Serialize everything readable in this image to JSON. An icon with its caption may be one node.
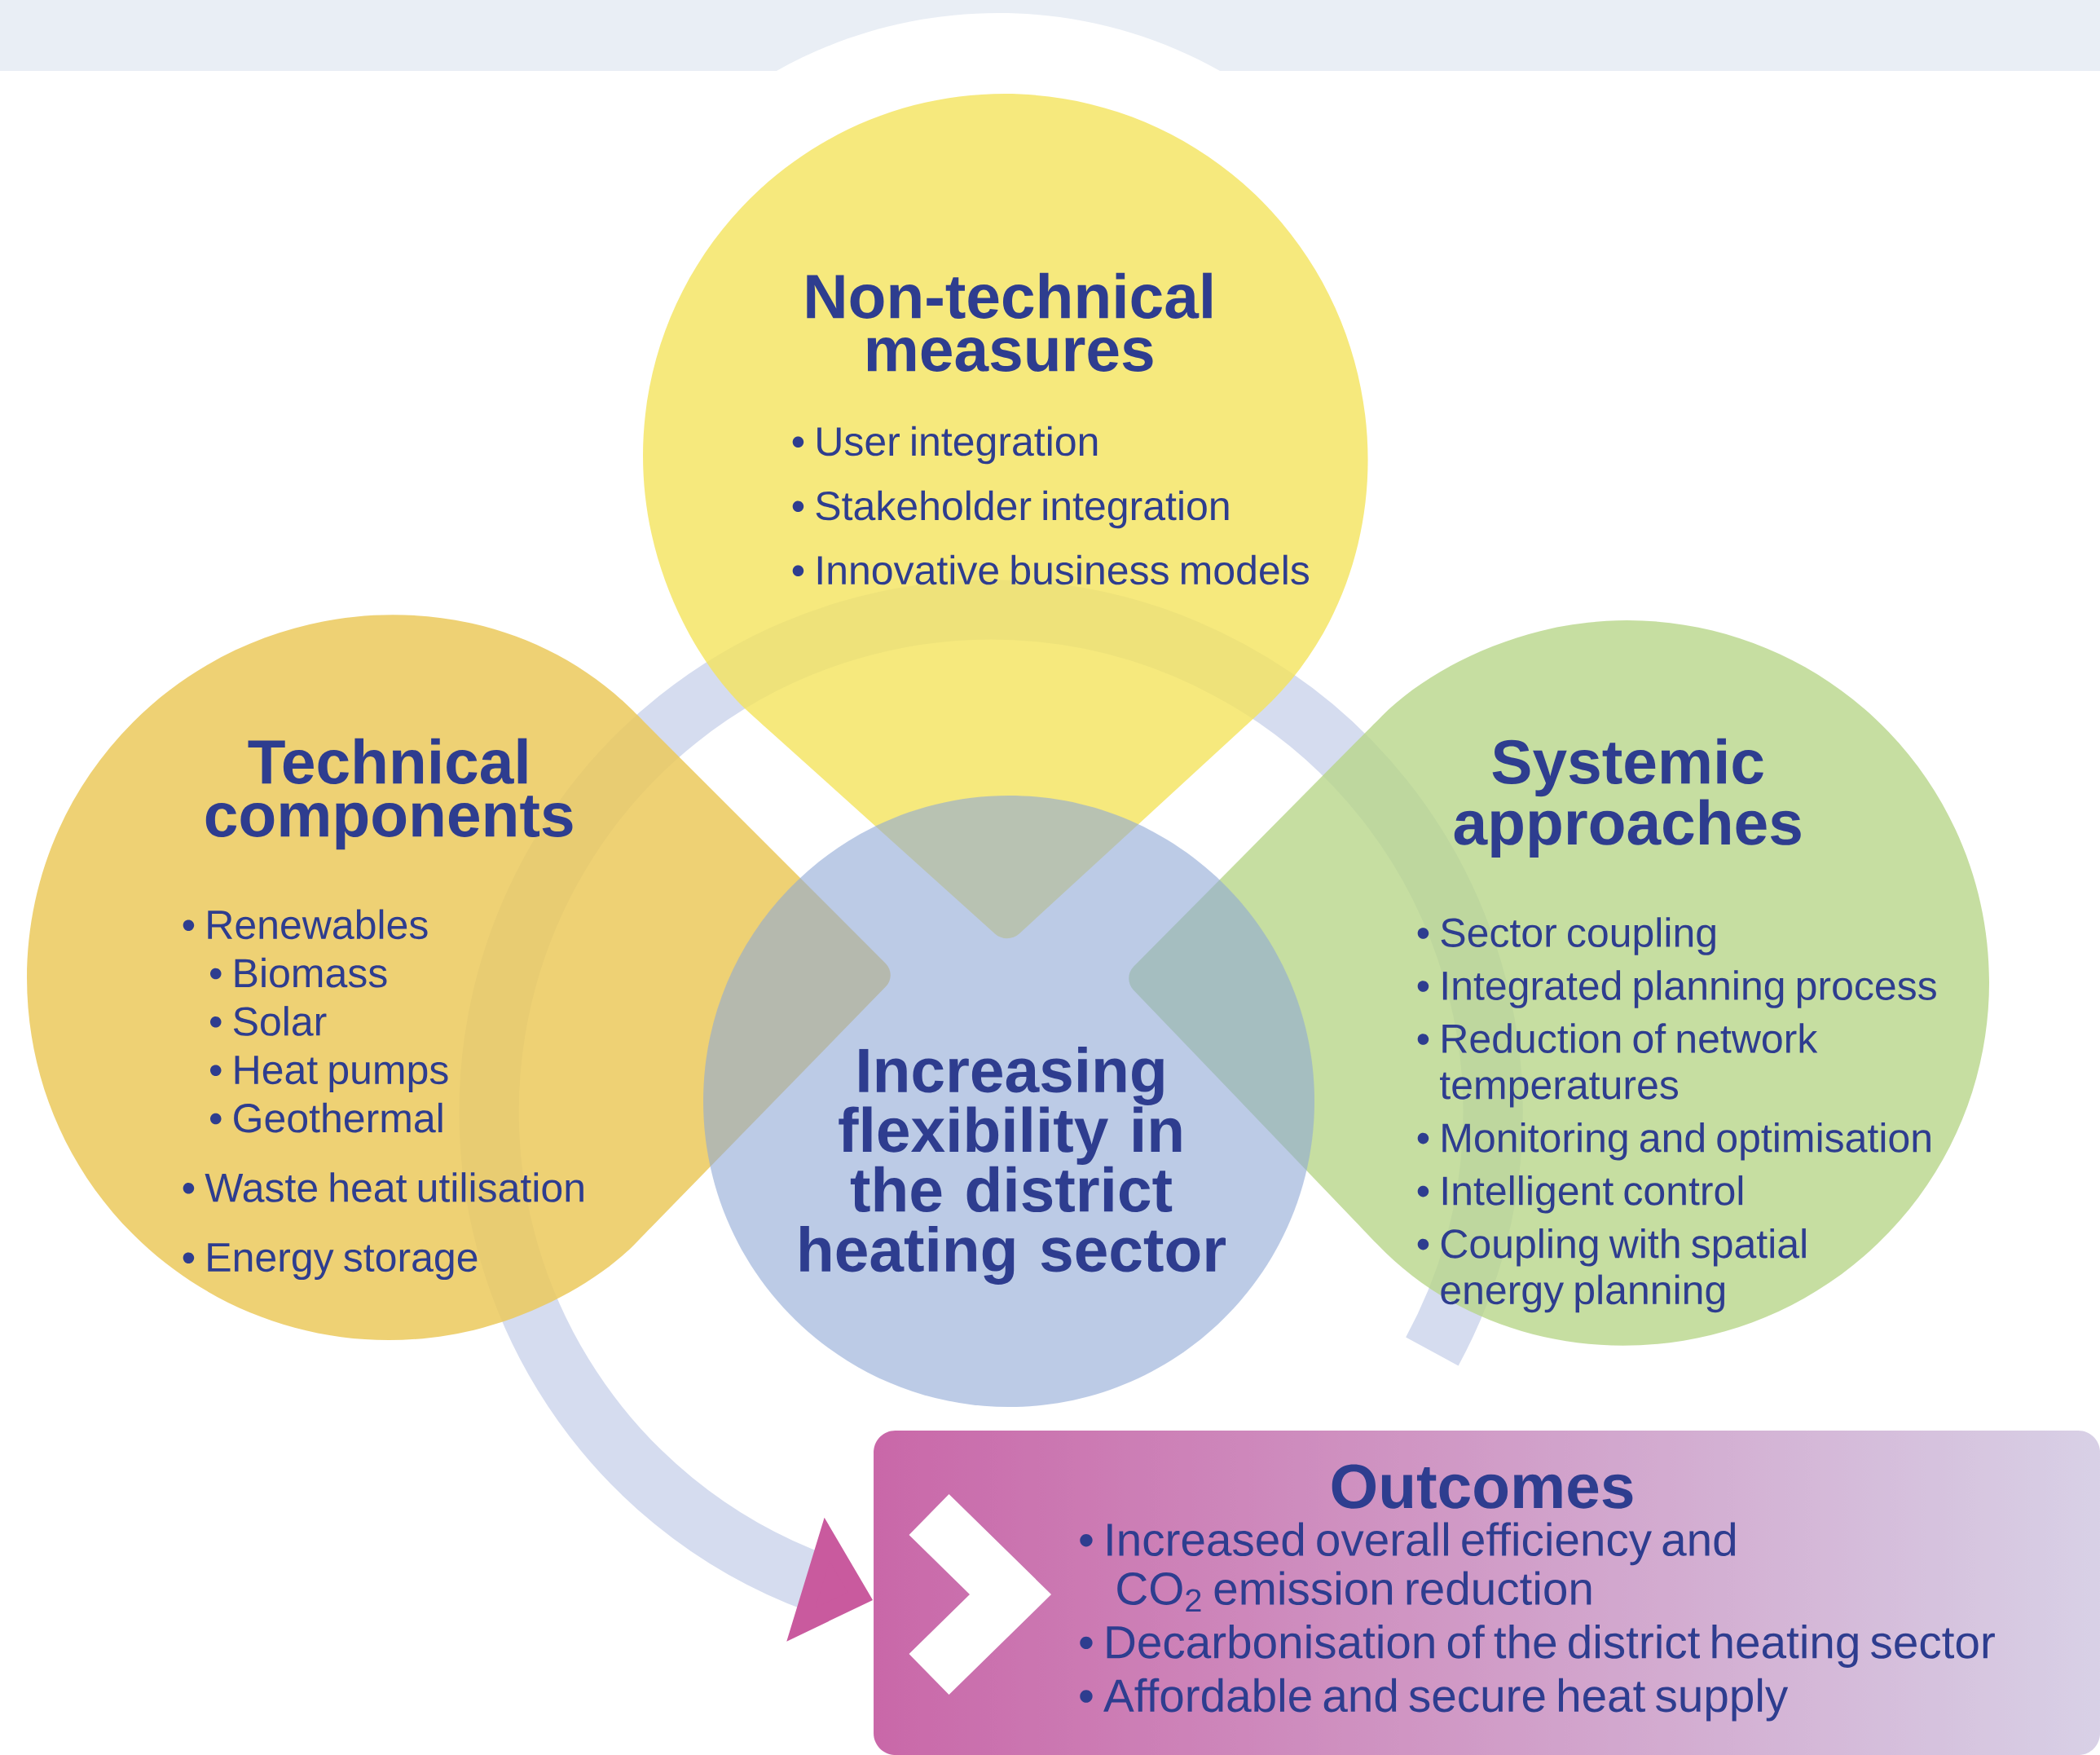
{
  "diagram": {
    "nodes": [
      {
        "text": [
          "Non-technical measures",
          "• User integration",
          "• Stakeholder integration",
          "• Innovative business models"
        ]
      },
      {
        "text": [
          "Technical components",
          "• Renewables",
          "• Biomass",
          "• Solar",
          "• Heat pumps",
          "• Geothermal",
          "• Waste heat utilisation",
          "• Energy storage"
        ]
      },
      {
        "text": [
          "Systemic approaches",
          "• Sector coupling",
          "• Integrated planning process",
          "• Reduction of network temperatures",
          "• Monitoring and optimisation",
          "• Intelligent control",
          "• Coupling with spatial energy planning"
        ]
      },
      {
        "text": [
          "Increasing flexibility in the district heating sector"
        ]
      },
      {
        "text": [
          "Outcomes",
          "• Increased overall efficiency and CO$_{2}$ emission reduction",
          "• Decarbonisation of the district heating sector",
          "• Affordable and secure heat supply"
        ]
      }
    ],
    "edges": [
      {
        "from": null,
        "to": 4,
        "arrow": "to"
      }
    ]
  }
}
